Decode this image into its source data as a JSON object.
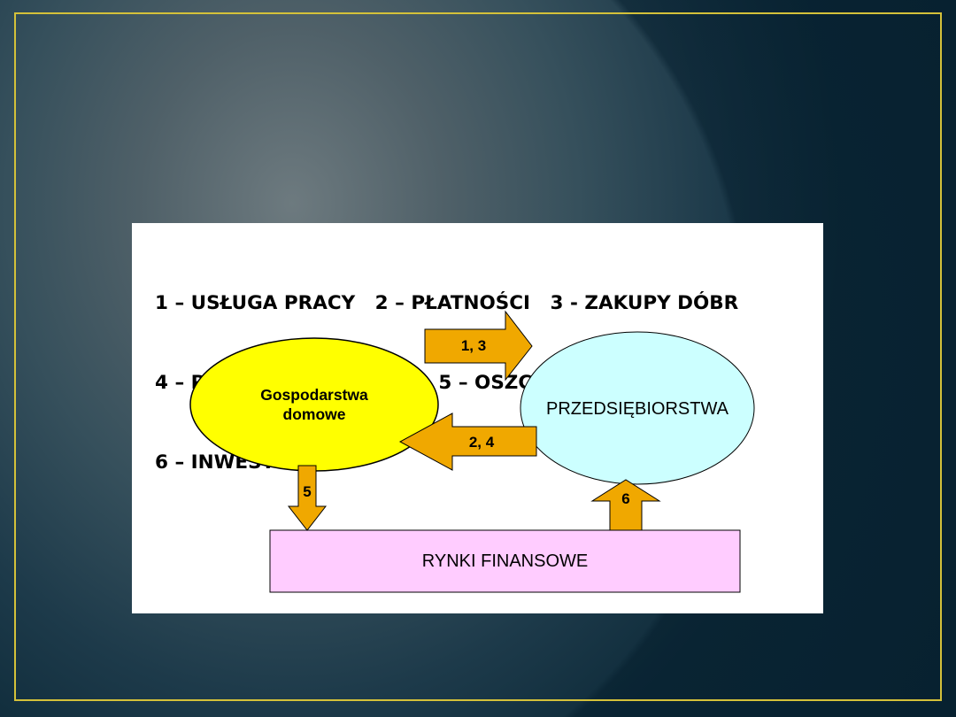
{
  "legend": {
    "line1": "1 – USŁUGA PRACY   2 – PŁATNOŚCI   3 - ZAKUPY DÓBR",
    "line2": "4 – PODAŻ DÓBR I USŁUG  5 – OSZCZĘDNOŚCI",
    "line3": "6 – INWESTYCJE"
  },
  "nodes": {
    "households": {
      "line1": "Gospodarstwa",
      "line2": "domowe",
      "fill": "#ffff00"
    },
    "firms": {
      "label": "PRZEDSIĘBIORSTWA",
      "fill": "#ccffff"
    },
    "markets": {
      "label": "RYNKI  FINANSOWE",
      "fill": "#ffccff"
    }
  },
  "arrows": {
    "to_firms": "1, 3",
    "to_households": "2, 4",
    "savings": "5",
    "investment": "6",
    "fill": "#f0a800"
  },
  "colors": {
    "frame": "#d4c13a",
    "background": "#1d3a4a"
  }
}
